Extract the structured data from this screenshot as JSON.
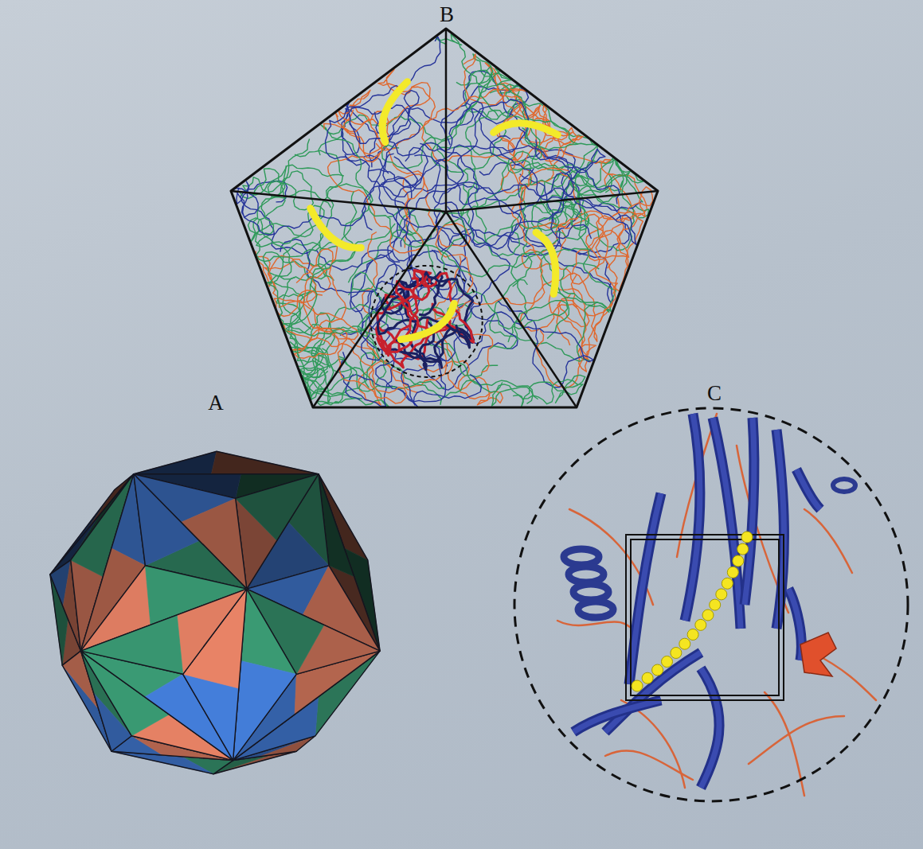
{
  "diagram": {
    "labels": [
      "B",
      "A",
      "C"
    ]
  }
}
